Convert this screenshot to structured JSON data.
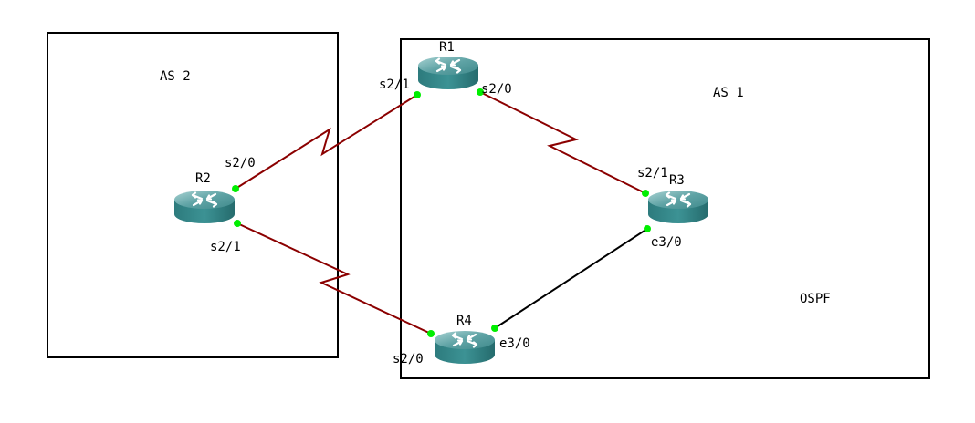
{
  "diagram": {
    "areas": [
      {
        "id": "as2",
        "label": "AS 2"
      },
      {
        "id": "as1",
        "label": "AS 1",
        "protocol": "OSPF"
      }
    ],
    "routers": [
      {
        "id": "R1",
        "name": "R1"
      },
      {
        "id": "R2",
        "name": "R2"
      },
      {
        "id": "R3",
        "name": "R3"
      },
      {
        "id": "R4",
        "name": "R4"
      }
    ],
    "links": [
      {
        "id": "r2-r1",
        "from": "R2",
        "from_if": "s2/0",
        "to": "R1",
        "to_if": "s2/1",
        "type": "serial"
      },
      {
        "id": "r1-r3",
        "from": "R1",
        "from_if": "s2/0",
        "to": "R3",
        "to_if": "s2/1",
        "type": "serial"
      },
      {
        "id": "r2-r4",
        "from": "R2",
        "from_if": "s2/1",
        "to": "R4",
        "to_if": "s2/0",
        "type": "serial"
      },
      {
        "id": "r4-r3",
        "from": "R4",
        "from_if": "e3/0",
        "to": "R3",
        "to_if": "e3/0",
        "type": "ethernet"
      }
    ],
    "colors": {
      "serial_link": "#8b0000",
      "ethernet_link": "#000000",
      "port_up": "#00ee00",
      "router_body": "#2e8b8b",
      "router_top": "#5fa9a9",
      "area_border": "#000000"
    }
  }
}
